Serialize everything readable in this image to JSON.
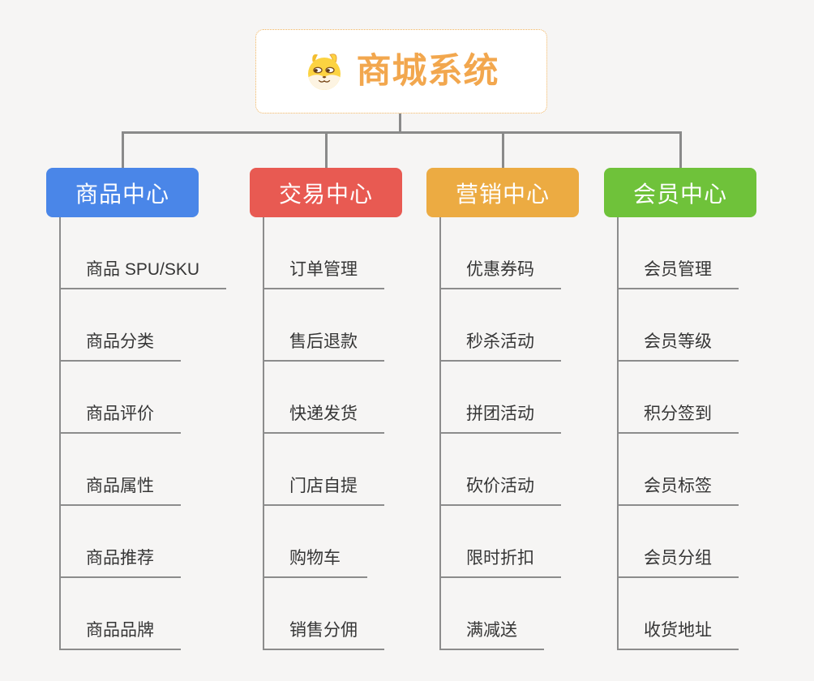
{
  "app": {
    "background_color": "#f6f5f4",
    "connector_color": "#8a8a8a",
    "leaf_line_color": "#8c8c8c",
    "leaf_text_color": "#363636"
  },
  "root": {
    "label": "商城系统",
    "icon": "doge-icon",
    "text_color": "#f2a74e",
    "border_color": "#f0b25c",
    "background": "#ffffff"
  },
  "branches": [
    {
      "label": "商品中心",
      "color": "#4a86e8",
      "children": [
        "商品 SPU/SKU",
        "商品分类",
        "商品评价",
        "商品属性",
        "商品推荐",
        "商品品牌"
      ]
    },
    {
      "label": "交易中心",
      "color": "#e85a52",
      "children": [
        "订单管理",
        "售后退款",
        "快递发货",
        "门店自提",
        "购物车",
        "销售分佣"
      ]
    },
    {
      "label": "营销中心",
      "color": "#ecab42",
      "children": [
        "优惠券码",
        "秒杀活动",
        "拼团活动",
        "砍价活动",
        "限时折扣",
        "满减送"
      ]
    },
    {
      "label": "会员中心",
      "color": "#6fc23a",
      "children": [
        "会员管理",
        "会员等级",
        "积分签到",
        "会员标签",
        "会员分组",
        "收货地址"
      ]
    }
  ]
}
